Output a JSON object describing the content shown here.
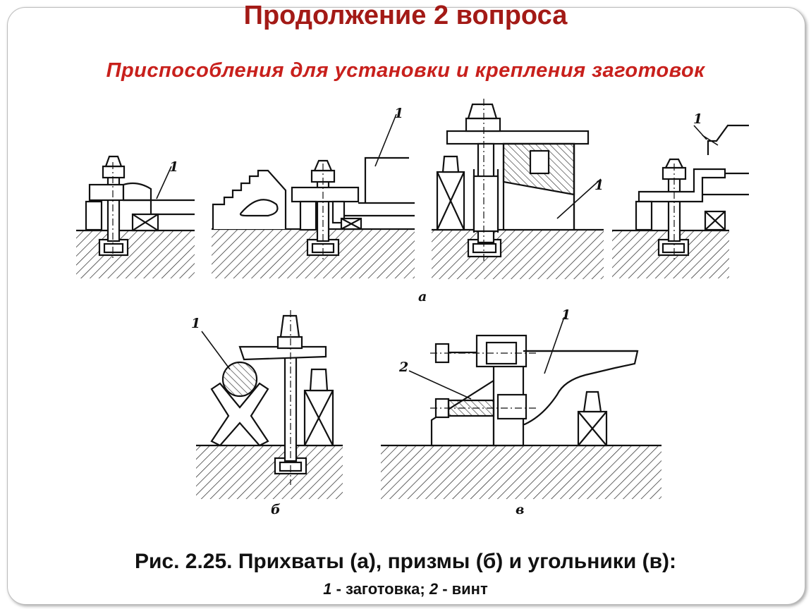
{
  "slide": {
    "title": "Продолжение 2 вопроса",
    "subtitle": "Приспособления для установки и крепления заготовок"
  },
  "figure": {
    "subfigure_labels": {
      "a": "а",
      "b": "б",
      "c": "в"
    },
    "callout_labels": {
      "one": "1",
      "two": "2"
    }
  },
  "caption": {
    "text": "Рис. 2.25. Прихваты (а), призмы (б) и угольники (в):",
    "legend_num_1": "1",
    "legend_text_1": " - заготовка; ",
    "legend_num_2": "2",
    "legend_text_2": " - винт"
  },
  "colors": {
    "title": "#a31a16",
    "subtitle": "#c8201c",
    "ink": "#111111"
  }
}
